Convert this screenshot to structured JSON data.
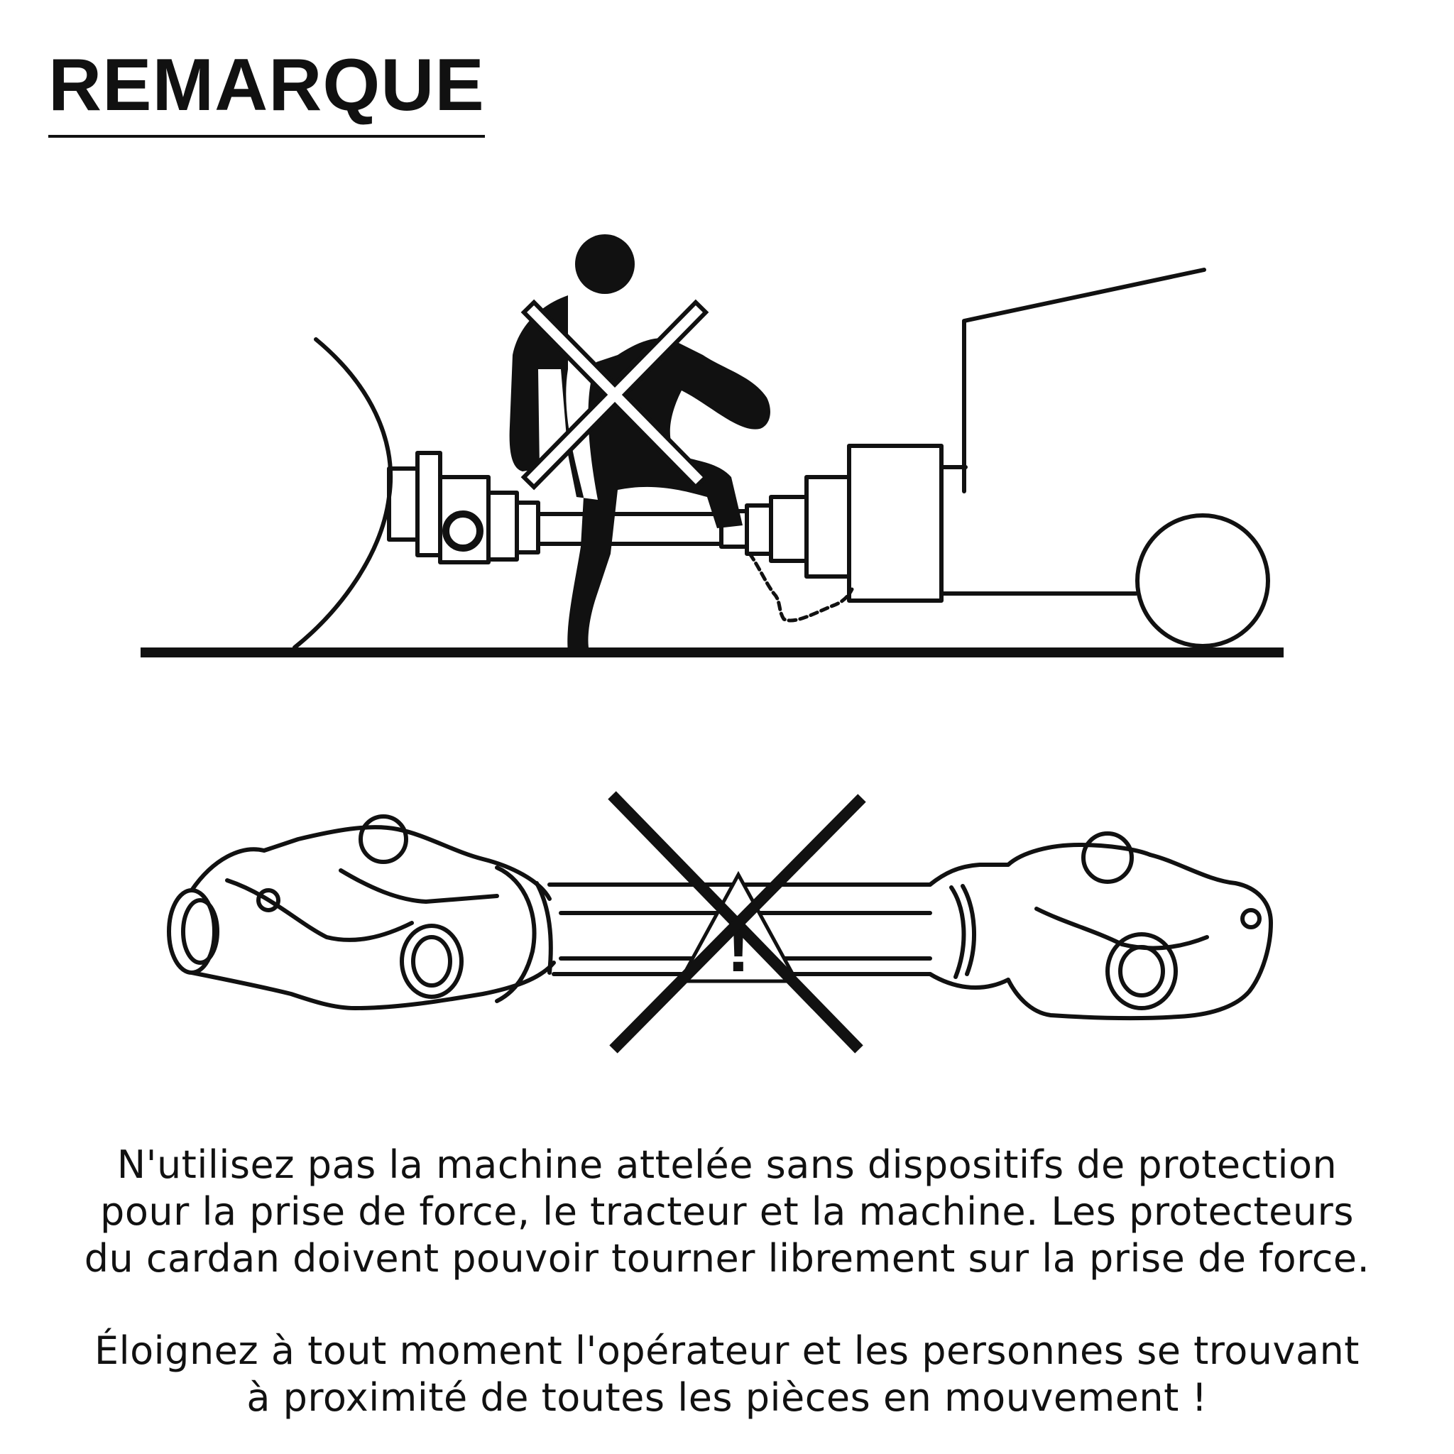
{
  "heading": "REMARQUE",
  "warning_mark": "!",
  "paragraph1_lines": [
    "N'utilisez pas la machine attelée sans dispositifs de protection",
    "pour la prise de force, le tracteur et la machine. Les protecteurs",
    "du cardan doivent pouvoir tourner librement sur la prise de force."
  ],
  "paragraph2_lines": [
    "Éloignez à tout moment l'opérateur et les personnes se trouvant",
    "à proximité de toutes les pièces en mouvement !"
  ],
  "icons": [
    "person-stepping-over-shaft-icon",
    "cross-icon",
    "drive-shaft-icon",
    "warning-triangle-icon"
  ],
  "colors": {
    "ink": "#111111",
    "background": "#ffffff"
  }
}
